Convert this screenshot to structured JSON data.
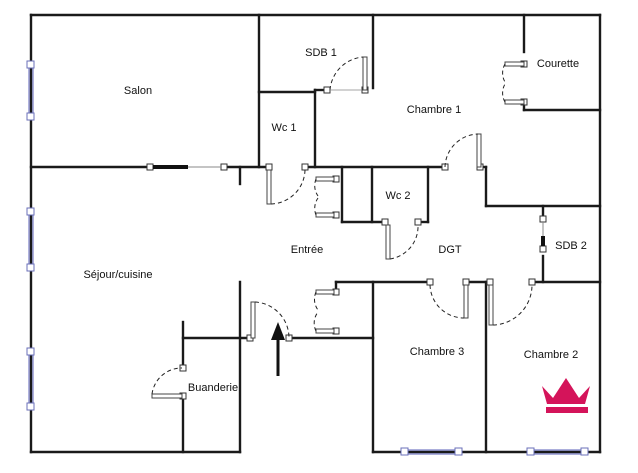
{
  "rooms": {
    "salon": "Salon",
    "sdb1": "SDB 1",
    "courette": "Courette",
    "chambre1": "Chambre 1",
    "wc1": "Wc 1",
    "wc2": "Wc 2",
    "entree": "Entrée",
    "dgt": "DGT",
    "sdb2": "SDB 2",
    "sejour": "Séjour/cuisine",
    "chambre3": "Chambre 3",
    "chambre2": "Chambre 2",
    "buanderie": "Buanderie"
  },
  "colors": {
    "wall": "#1a1a1a",
    "window": "#7a7fc8",
    "crown": "#d4145a"
  },
  "icons": {
    "entry_marker": "arrow-up-icon",
    "brand_mark": "crown-icon"
  }
}
